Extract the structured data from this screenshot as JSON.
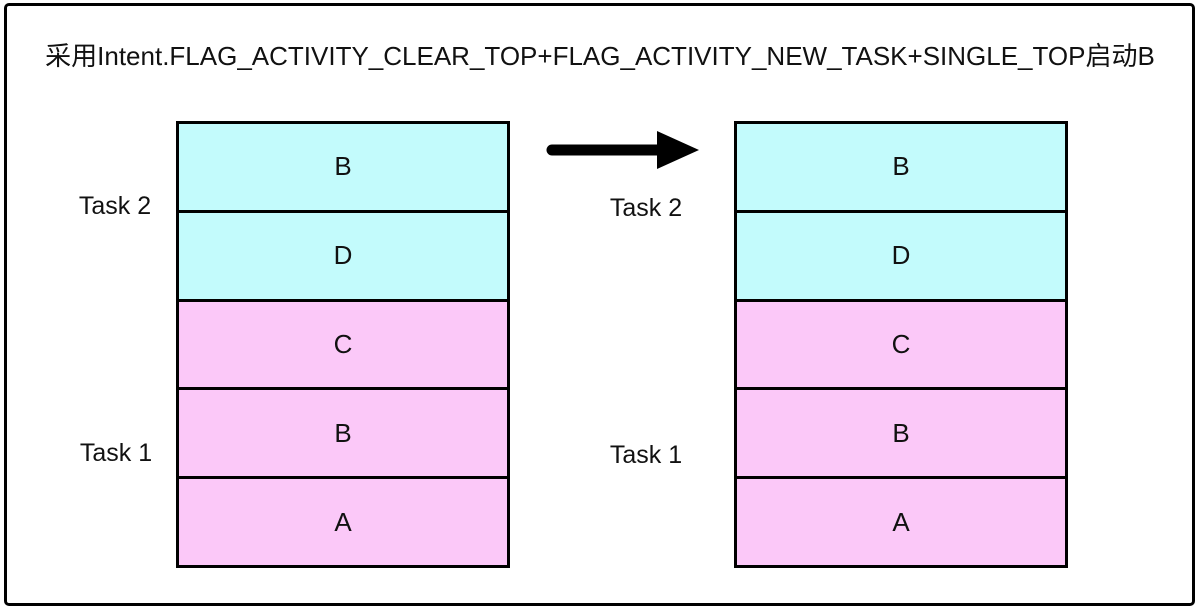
{
  "title": "采用Intent.FLAG_ACTIVITY_CLEAR_TOP+FLAG_ACTIVITY_NEW_TASK+SINGLE_TOP启动B",
  "colors": {
    "task2_activity_fill": "#c3fbfc",
    "task1_activity_fill": "#fbc8f8",
    "line": "#000000",
    "background": "#ffffff"
  },
  "before_stack": {
    "task2_label": "Task 2",
    "task1_label": "Task 1",
    "blocks": [
      {
        "label": "B",
        "color": "#c3fbfc"
      },
      {
        "label": "D",
        "color": "#c3fbfc"
      },
      {
        "label": "C",
        "color": "#fbc8f8"
      },
      {
        "label": "B",
        "color": "#fbc8f8"
      },
      {
        "label": "A",
        "color": "#fbc8f8"
      }
    ]
  },
  "after_stack": {
    "task2_label": "Task 2",
    "task1_label": "Task 1",
    "blocks": [
      {
        "label": "B",
        "color": "#c3fbfc"
      },
      {
        "label": "D",
        "color": "#c3fbfc"
      },
      {
        "label": "C",
        "color": "#fbc8f8"
      },
      {
        "label": "B",
        "color": "#fbc8f8"
      },
      {
        "label": "A",
        "color": "#fbc8f8"
      }
    ]
  }
}
